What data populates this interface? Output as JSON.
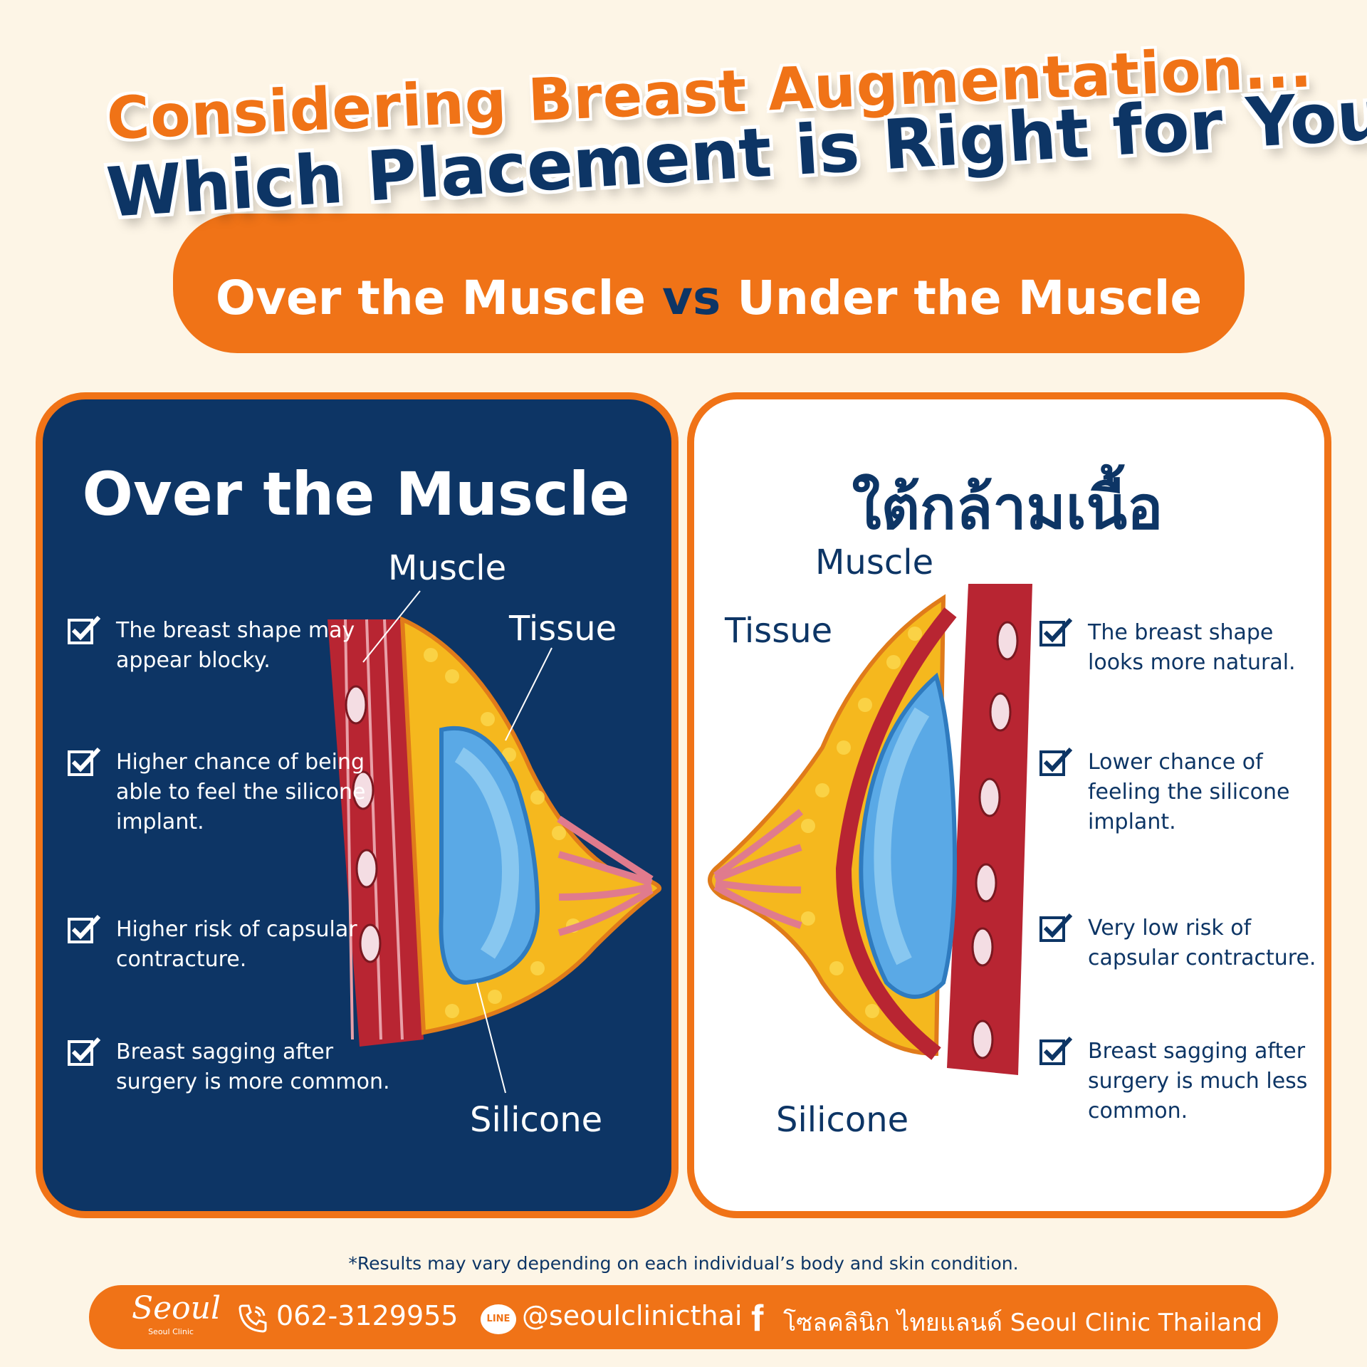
{
  "header": {
    "title_line1": "Considering Breast Augmentation...",
    "title_line2": "Which Placement is Right for You?",
    "subtitle_left": "Over the Muscle",
    "subtitle_vs": "vs",
    "subtitle_right": "Under the Muscle"
  },
  "left_panel": {
    "title": "Over the Muscle",
    "features": [
      "The breast shape may appear blocky.",
      "Higher chance of being able to feel the silicone implant.",
      "Higher risk of capsular contracture.",
      "Breast sagging after surgery is more common."
    ],
    "labels": {
      "muscle": "Muscle",
      "tissue": "Tissue",
      "silicone": "Silicone"
    }
  },
  "right_panel": {
    "title": "ใต้กล้ามเนื้อ",
    "features": [
      "The breast shape looks more natural.",
      "Lower chance of feeling the silicone implant.",
      "Very low risk of capsular contracture.",
      "Breast sagging after surgery is much less common."
    ],
    "labels": {
      "muscle": "Muscle",
      "tissue": "Tissue",
      "silicone": "Silicone"
    }
  },
  "footer": {
    "disclaimer": "*Results may vary depending on each individual’s body and skin condition.",
    "logo_text": "Seoul",
    "logo_sub": "Seoul Clinic",
    "phone": "062-3129955",
    "line_badge": "LINE",
    "line_id": "@seoulclinicthai",
    "facebook": "โซลคลินิก ไทยแลนด์ Seoul Clinic Thailand"
  },
  "colors": {
    "orange": "#f07317",
    "navy": "#0d3565",
    "background": "#fdf5e6"
  },
  "icons": [
    "checkbox-check-icon",
    "phone-icon",
    "line-icon",
    "facebook-icon"
  ]
}
